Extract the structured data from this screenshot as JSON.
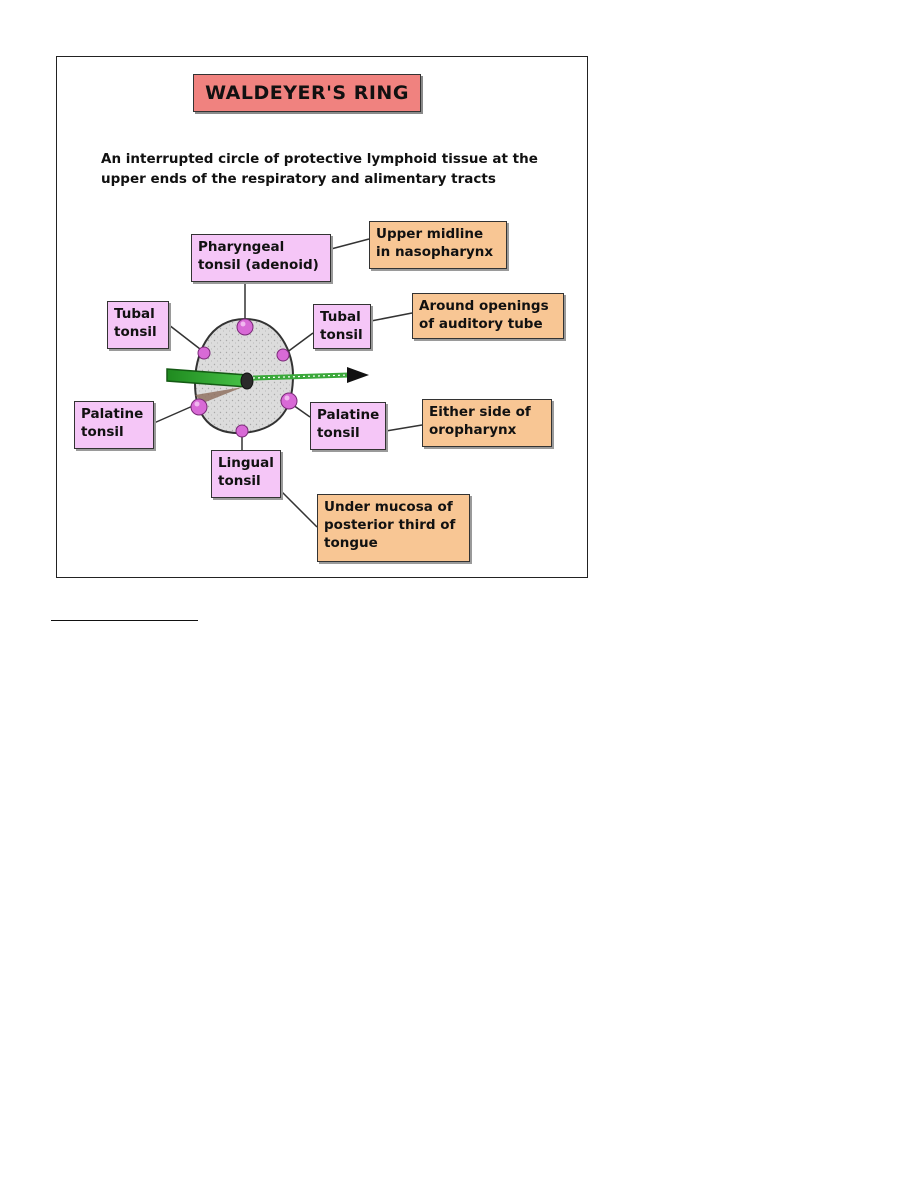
{
  "figure": {
    "title": "WALDEYER'S RING",
    "description": "An interrupted circle of protective lymphoid tissue at the upper ends of the respiratory and alimentary tracts",
    "tonsils": {
      "pharyngeal": "Pharyngeal tonsil (adenoid)",
      "tubal_left": "Tubal tonsil",
      "tubal_right": "Tubal tonsil",
      "palatine_left": "Palatine tonsil",
      "palatine_right": "Palatine tonsil",
      "lingual": "Lingual tonsil"
    },
    "locations": {
      "pharyngeal": "Upper midline in nasopharynx",
      "tubal": "Around openings of auditory tube",
      "palatine": "Either side of oropharynx",
      "lingual": "Under mucosa of posterior third of tongue"
    }
  },
  "colors": {
    "title_fill": "#f0827f",
    "tonsil_box_fill": "#f5c6f7",
    "location_box_fill": "#f8c694",
    "tonsil_blob": "#d86ad6",
    "ring_fill": "#d9d9d9",
    "tube_green": "#2fa12f"
  }
}
